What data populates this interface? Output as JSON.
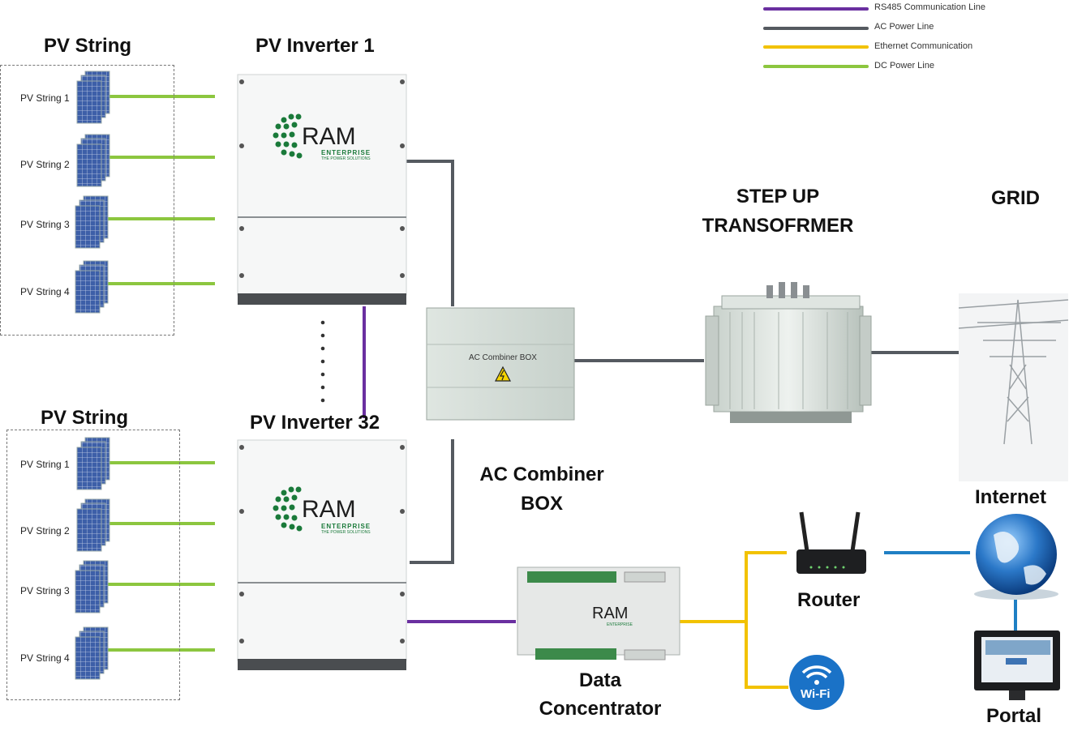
{
  "legend": {
    "items": [
      {
        "label": "RS485 Communication Line",
        "color": "#6a2fa0"
      },
      {
        "label": "AC Power Line",
        "color": "#555a60"
      },
      {
        "label": "Ethernet Communication",
        "color": "#f2c200"
      },
      {
        "label": "DC Power Line",
        "color": "#8cc63f"
      }
    ]
  },
  "top_group": {
    "title": "PV String",
    "strings": [
      "PV String 1",
      "PV String 2",
      "PV String 3",
      "PV String 4"
    ]
  },
  "bottom_group": {
    "title": "PV String",
    "strings": [
      "PV String 1",
      "PV String 2",
      "PV String 3",
      "PV String 4"
    ]
  },
  "inverter1": {
    "title": "PV Inverter 1",
    "logo_main": "RAM",
    "logo_sub": "ENTERPRISE",
    "logo_tag": "THE POWER SOLUTIONS"
  },
  "inverter32": {
    "title": "PV Inverter 32",
    "logo_main": "RAM",
    "logo_sub": "ENTERPRISE",
    "logo_tag": "THE POWER SOLUTIONS"
  },
  "combiner": {
    "panel_label": "AC Combiner BOX",
    "title_line1": "AC Combiner",
    "title_line2": "BOX"
  },
  "transformer": {
    "title_line1": "STEP UP",
    "title_line2": "TRANSOFRMER"
  },
  "grid": {
    "title": "GRID"
  },
  "concentrator": {
    "logo_main": "RAM",
    "logo_sub": "ENTERPRISE",
    "title_line1": "Data",
    "title_line2": "Concentrator"
  },
  "router": {
    "title": "Router"
  },
  "wifi": {
    "label": "Wi-Fi"
  },
  "internet": {
    "title": "Internet"
  },
  "portal": {
    "title": "Portal"
  },
  "colors": {
    "dc": "#8cc63f",
    "ac": "#555a60",
    "rs485": "#6a2fa0",
    "ethernet": "#f2c200",
    "internet_link": "#1f7fc4",
    "logo_green": "#1a7a3a"
  }
}
